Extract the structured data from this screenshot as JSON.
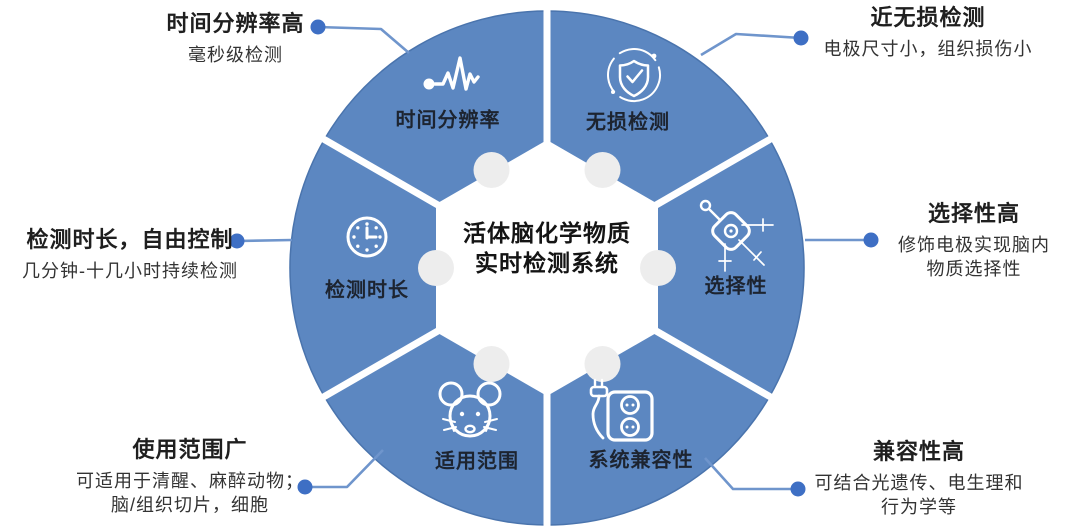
{
  "diagram_title": "活体脑化学物质实时检测系统",
  "center": {
    "line1": "活体脑化学物质",
    "line2": "实时检测系统"
  },
  "colors": {
    "sector_blue": "#5c87c1",
    "sector_edge": "#4a74ad",
    "divider_white": "#ffffff",
    "connector_line": "#6f95cc",
    "connector_dot": "#3e6fc4",
    "hub_gray_circle": "#ededed",
    "heading_text": "#1f1f1f",
    "sub_text": "#333333",
    "sector_label_text": "#272c35"
  },
  "sectors": [
    {
      "label": "时间分辨率",
      "icon": "pulse-waveform-icon"
    },
    {
      "label": "无损检测",
      "icon": "shield-check-icon"
    },
    {
      "label": "选择性",
      "icon": "satellite-probe-icon"
    },
    {
      "label": "系统兼容性",
      "icon": "power-socket-plug-icon"
    },
    {
      "label": "适用范围",
      "icon": "mouse-animal-icon"
    },
    {
      "label": "检测时长",
      "icon": "clock-icon"
    }
  ],
  "callouts": [
    {
      "id": "top-left",
      "title": "时间分辨率高",
      "lines": [
        "毫秒级检测"
      ]
    },
    {
      "id": "top-right",
      "title": "近无损检测",
      "lines": [
        "电极尺寸小，组织损伤小"
      ]
    },
    {
      "id": "right",
      "title": "选择性高",
      "lines": [
        "修饰电极实现脑内",
        "物质选择性"
      ]
    },
    {
      "id": "left",
      "title": "检测时长，自由控制",
      "lines": [
        "几分钟-十几小时持续检测"
      ]
    },
    {
      "id": "bottom-left",
      "title": "使用范围广",
      "lines": [
        "可适用于清醒、麻醉动物；",
        "脑/组织切片，细胞"
      ]
    },
    {
      "id": "bottom-right",
      "title": "兼容性高",
      "lines": [
        "可结合光遗传、电生理和",
        "行为学等"
      ]
    }
  ]
}
